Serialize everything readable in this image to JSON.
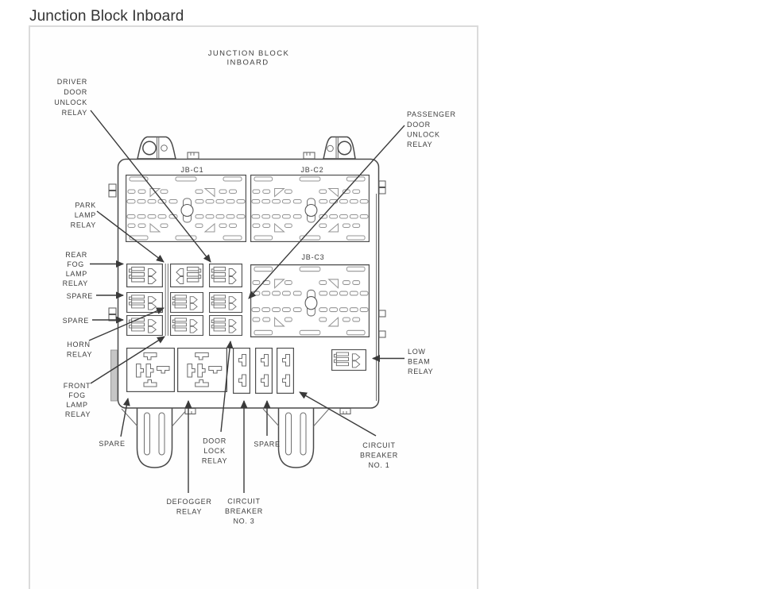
{
  "page": {
    "title": "Junction Block Inboard"
  },
  "diagram": {
    "heading": [
      "JUNCTION BLOCK",
      "INBOARD"
    ],
    "connector_labels": [
      "JB-C1",
      "JB-C2",
      "JB-C3"
    ],
    "labels": {
      "driver_door_unlock": [
        "DRIVER",
        "DOOR",
        "UNLOCK",
        "RELAY"
      ],
      "park_lamp": [
        "PARK",
        "LAMP",
        "RELAY"
      ],
      "rear_fog_lamp": [
        "REAR",
        "FOG",
        "LAMP",
        "RELAY"
      ],
      "spare_row2": "SPARE",
      "spare_row3": "SPARE",
      "horn": [
        "HORN",
        "RELAY"
      ],
      "front_fog_lamp": [
        "FRONT",
        "FOG",
        "LAMP",
        "RELAY"
      ],
      "passenger_door_unlock": [
        "PASSENGER",
        "DOOR",
        "UNLOCK",
        "RELAY"
      ],
      "low_beam": [
        "LOW",
        "BEAM",
        "RELAY"
      ],
      "spare_bottom_left": "SPARE",
      "door_lock": [
        "DOOR",
        "LOCK",
        "RELAY"
      ],
      "spare_bottom_mid": "SPARE",
      "defogger": [
        "DEFOGGER",
        "RELAY"
      ],
      "circuit_breaker_3": [
        "CIRCUIT",
        "BREAKER",
        "NO. 3"
      ],
      "circuit_breaker_1": [
        "CIRCUIT",
        "BREAKER",
        "NO. 1"
      ]
    },
    "colors": {
      "line": "#3a3a3a",
      "text": "#3e3e3e",
      "panel_border": "#dbdbdb",
      "title_text": "#333333"
    }
  }
}
